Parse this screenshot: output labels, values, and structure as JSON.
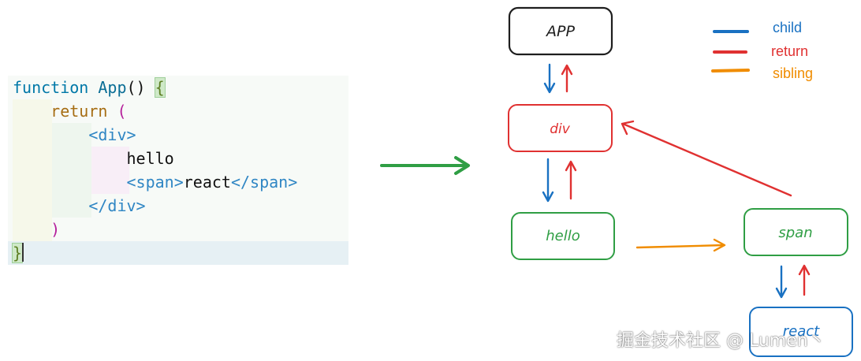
{
  "code": {
    "lines": [
      {
        "parts": [
          [
            "kw-fn",
            "function"
          ],
          [
            "plain",
            " "
          ],
          [
            "ident",
            "App"
          ],
          [
            "plain",
            "() "
          ],
          [
            "brace",
            "{"
          ]
        ]
      },
      {
        "parts": [
          [
            "plain",
            "    "
          ],
          [
            "kw-ret",
            "return"
          ],
          [
            "plain",
            " "
          ],
          [
            "paren",
            "("
          ]
        ]
      },
      {
        "parts": [
          [
            "plain",
            "        "
          ],
          [
            "tag",
            "<div>"
          ]
        ]
      },
      {
        "parts": [
          [
            "plain",
            "            hello"
          ]
        ]
      },
      {
        "parts": [
          [
            "plain",
            "            "
          ],
          [
            "tag",
            "<span>"
          ],
          [
            "plain",
            "react"
          ],
          [
            "tag",
            "</span>"
          ]
        ]
      },
      {
        "parts": [
          [
            "plain",
            "        "
          ],
          [
            "tag",
            "</div>"
          ]
        ]
      },
      {
        "parts": [
          [
            "plain",
            "    "
          ],
          [
            "paren",
            ")"
          ]
        ]
      },
      {
        "parts": [
          [
            "brace",
            "}"
          ]
        ]
      }
    ]
  },
  "nodes": {
    "app": {
      "label": "APP",
      "color": "#1e1e1e"
    },
    "div": {
      "label": "div",
      "color": "#e03131"
    },
    "hello": {
      "label": "hello",
      "color": "#2f9e44"
    },
    "span": {
      "label": "span",
      "color": "#2f9e44"
    },
    "react": {
      "label": "react",
      "color": "#1971c2"
    }
  },
  "legend": {
    "child": {
      "label": "child",
      "color": "#1971c2"
    },
    "return": {
      "label": "return",
      "color": "#e03131"
    },
    "sibling": {
      "label": "sibling",
      "color": "#f08c00"
    }
  },
  "transform_arrow_color": "#2f9e44",
  "watermark": "掘金技术社区 @ Lumen丶"
}
